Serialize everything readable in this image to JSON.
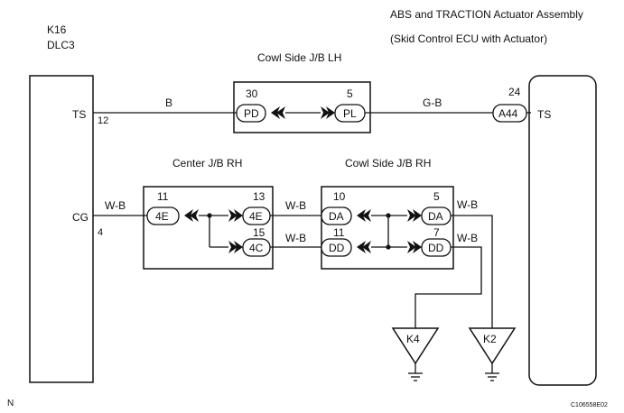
{
  "figure_code": "C106558E02",
  "corner_mark": "N",
  "dlc3": {
    "id": "K16",
    "name": "DLC3"
  },
  "actuator": {
    "title": "ABS and TRACTION Actuator Assembly",
    "subtitle": "(Skid Control ECU with Actuator)",
    "connector": "A44",
    "pin": "24",
    "terminal": "TS"
  },
  "dlc_terminals": [
    {
      "name": "TS",
      "pin": "12"
    },
    {
      "name": "CG",
      "pin": "4"
    }
  ],
  "junction_blocks": [
    {
      "name": "Cowl Side J/B LH"
    },
    {
      "name": "Center J/B RH"
    },
    {
      "name": "Cowl Side J/B RH"
    }
  ],
  "connectors": [
    {
      "code": "PD",
      "pin": "30"
    },
    {
      "code": "PL",
      "pin": "5"
    },
    {
      "code": "4E",
      "pin": "11"
    },
    {
      "code": "4E",
      "pin": "13"
    },
    {
      "code": "4C",
      "pin": "15"
    },
    {
      "code": "DA",
      "pin": "10"
    },
    {
      "code": "DD",
      "pin": "11"
    },
    {
      "code": "DA",
      "pin": "5"
    },
    {
      "code": "DD",
      "pin": "7"
    }
  ],
  "wire_colors": [
    "B",
    "G-B",
    "W-B",
    "W-B",
    "W-B",
    "W-B",
    "W-B"
  ],
  "grounds": [
    "K4",
    "K2"
  ]
}
